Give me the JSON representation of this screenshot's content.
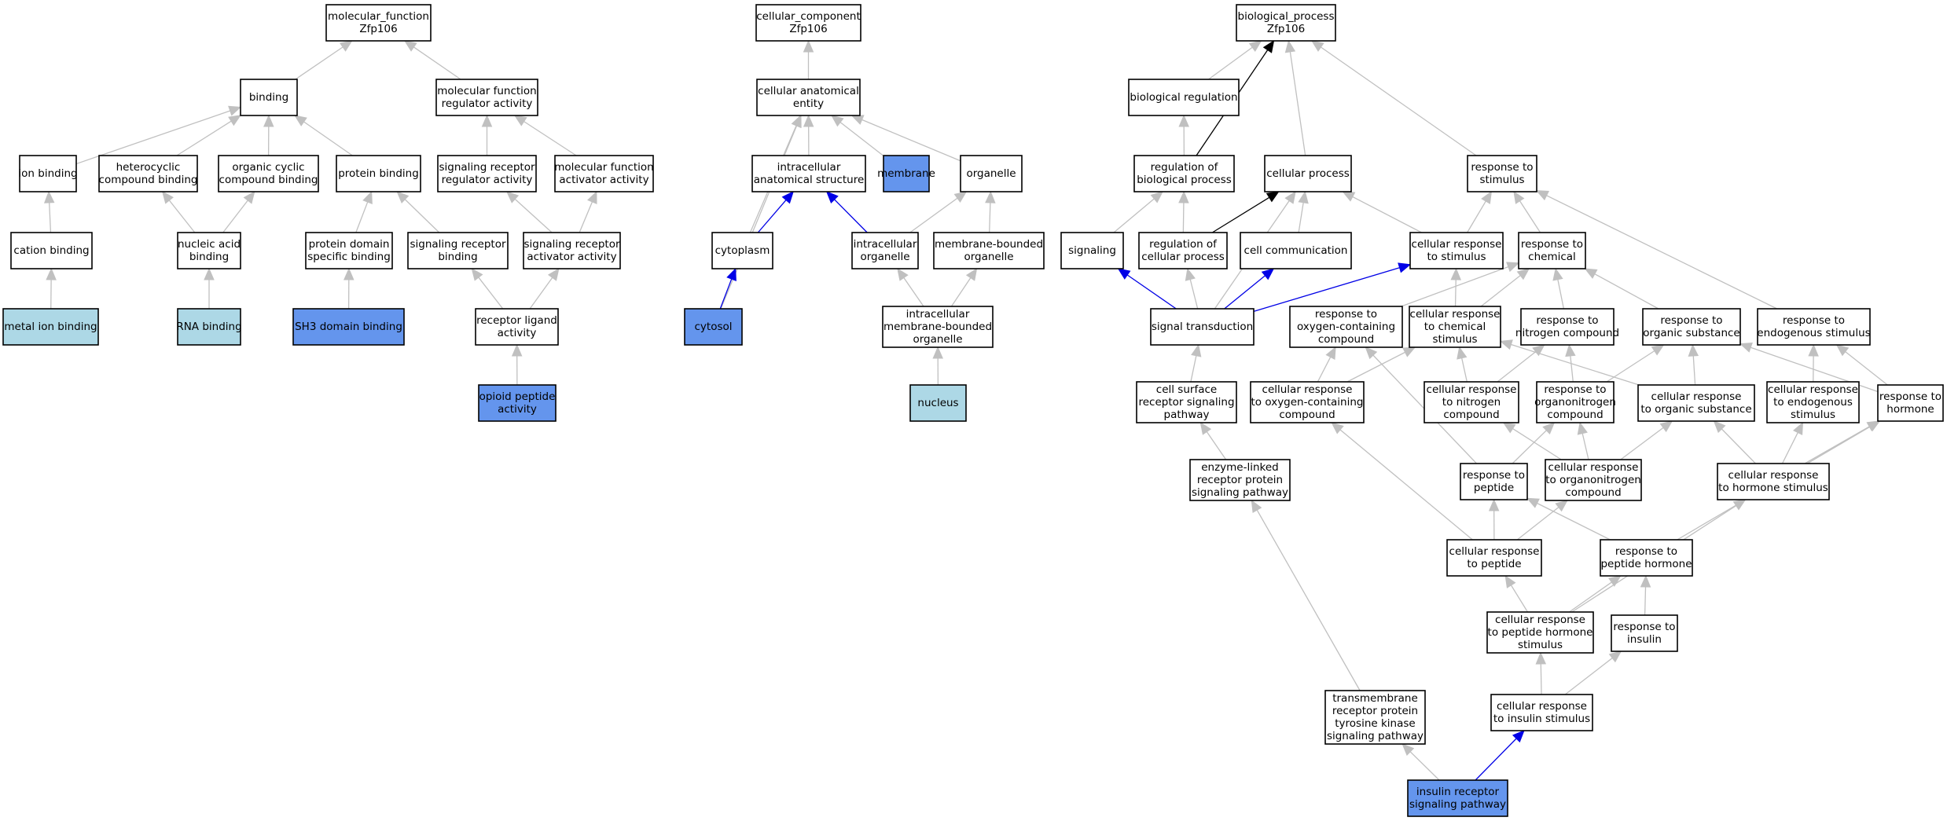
{
  "colors": {
    "default_fill": "#ffffff",
    "light_fill": "#add8e6",
    "dark_fill": "#6495ed",
    "edge_default": "#c0c0c0",
    "edge_black": "#000000",
    "edge_blue": "#0000e6"
  },
  "nodes": [
    {
      "id": "mf_root",
      "lines": [
        "molecular_function",
        "Zfp106"
      ],
      "fill": "default"
    },
    {
      "id": "binding",
      "lines": [
        "binding"
      ],
      "fill": "default"
    },
    {
      "id": "mf_reg",
      "lines": [
        "molecular function",
        "regulator activity"
      ],
      "fill": "default"
    },
    {
      "id": "ion_binding",
      "lines": [
        "ion binding"
      ],
      "fill": "default"
    },
    {
      "id": "hetero",
      "lines": [
        "heterocyclic",
        "compound binding"
      ],
      "fill": "default"
    },
    {
      "id": "organic_cyclic",
      "lines": [
        "organic cyclic",
        "compound binding"
      ],
      "fill": "default"
    },
    {
      "id": "protein_binding",
      "lines": [
        "protein binding"
      ],
      "fill": "default"
    },
    {
      "id": "srra",
      "lines": [
        "signaling receptor",
        "regulator activity"
      ],
      "fill": "default"
    },
    {
      "id": "mfaa",
      "lines": [
        "molecular function",
        "activator activity"
      ],
      "fill": "default"
    },
    {
      "id": "cation",
      "lines": [
        "cation binding"
      ],
      "fill": "default"
    },
    {
      "id": "nucleic",
      "lines": [
        "nucleic acid",
        "binding"
      ],
      "fill": "default"
    },
    {
      "id": "pdsb",
      "lines": [
        "protein domain",
        "specific binding"
      ],
      "fill": "default"
    },
    {
      "id": "srb",
      "lines": [
        "signaling receptor",
        "binding"
      ],
      "fill": "default"
    },
    {
      "id": "sraa",
      "lines": [
        "signaling receptor",
        "activator activity"
      ],
      "fill": "default"
    },
    {
      "id": "metal",
      "lines": [
        "metal ion binding"
      ],
      "fill": "light"
    },
    {
      "id": "rna",
      "lines": [
        "RNA binding"
      ],
      "fill": "light"
    },
    {
      "id": "sh3",
      "lines": [
        "SH3 domain binding"
      ],
      "fill": "dark"
    },
    {
      "id": "rla",
      "lines": [
        "receptor ligand",
        "activity"
      ],
      "fill": "default"
    },
    {
      "id": "opioid",
      "lines": [
        "opioid peptide",
        "activity"
      ],
      "fill": "dark"
    },
    {
      "id": "cc_root",
      "lines": [
        "cellular_component",
        "Zfp106"
      ],
      "fill": "default"
    },
    {
      "id": "cae",
      "lines": [
        "cellular anatomical",
        "entity"
      ],
      "fill": "default"
    },
    {
      "id": "ias",
      "lines": [
        "intracellular",
        "anatomical structure"
      ],
      "fill": "default"
    },
    {
      "id": "membrane",
      "lines": [
        "membrane"
      ],
      "fill": "dark"
    },
    {
      "id": "organelle",
      "lines": [
        "organelle"
      ],
      "fill": "default"
    },
    {
      "id": "cytoplasm",
      "lines": [
        "cytoplasm"
      ],
      "fill": "default"
    },
    {
      "id": "io",
      "lines": [
        "intracellular",
        "organelle"
      ],
      "fill": "default"
    },
    {
      "id": "mbo",
      "lines": [
        "membrane-bounded",
        "organelle"
      ],
      "fill": "default"
    },
    {
      "id": "cytosol",
      "lines": [
        "cytosol"
      ],
      "fill": "dark"
    },
    {
      "id": "imbo",
      "lines": [
        "intracellular",
        "membrane-bounded",
        "organelle"
      ],
      "fill": "default"
    },
    {
      "id": "nucleus",
      "lines": [
        "nucleus"
      ],
      "fill": "light"
    },
    {
      "id": "bp_root",
      "lines": [
        "biological_process",
        "Zfp106"
      ],
      "fill": "default"
    },
    {
      "id": "bio_reg",
      "lines": [
        "biological regulation"
      ],
      "fill": "default"
    },
    {
      "id": "reg_bp",
      "lines": [
        "regulation of",
        "biological process"
      ],
      "fill": "default"
    },
    {
      "id": "cell_proc",
      "lines": [
        "cellular process"
      ],
      "fill": "default"
    },
    {
      "id": "resp_stim",
      "lines": [
        "response to",
        "stimulus"
      ],
      "fill": "default"
    },
    {
      "id": "signaling",
      "lines": [
        "signaling"
      ],
      "fill": "default"
    },
    {
      "id": "reg_cp",
      "lines": [
        "regulation of",
        "cellular process"
      ],
      "fill": "default"
    },
    {
      "id": "cell_comm",
      "lines": [
        "cell communication"
      ],
      "fill": "default"
    },
    {
      "id": "crs",
      "lines": [
        "cellular response",
        "to stimulus"
      ],
      "fill": "default"
    },
    {
      "id": "rtc",
      "lines": [
        "response to",
        "chemical"
      ],
      "fill": "default"
    },
    {
      "id": "sig_trans",
      "lines": [
        "signal transduction"
      ],
      "fill": "default"
    },
    {
      "id": "rto2",
      "lines": [
        "response to",
        "oxygen-containing",
        "compound"
      ],
      "fill": "default"
    },
    {
      "id": "crcs",
      "lines": [
        "cellular response",
        "to chemical",
        "stimulus"
      ],
      "fill": "default"
    },
    {
      "id": "rtn",
      "lines": [
        "response to",
        "nitrogen compound"
      ],
      "fill": "default"
    },
    {
      "id": "rtos",
      "lines": [
        "response to",
        "organic substance"
      ],
      "fill": "default"
    },
    {
      "id": "rtes",
      "lines": [
        "response to",
        "endogenous stimulus"
      ],
      "fill": "default"
    },
    {
      "id": "csrsp",
      "lines": [
        "cell surface",
        "receptor signaling",
        "pathway"
      ],
      "fill": "default"
    },
    {
      "id": "cro2",
      "lines": [
        "cellular response",
        "to oxygen-containing",
        "compound"
      ],
      "fill": "default"
    },
    {
      "id": "crn",
      "lines": [
        "cellular response",
        "to nitrogen",
        "compound"
      ],
      "fill": "default"
    },
    {
      "id": "rton",
      "lines": [
        "response to",
        "organonitrogen",
        "compound"
      ],
      "fill": "default"
    },
    {
      "id": "cros",
      "lines": [
        "cellular response",
        "to organic substance"
      ],
      "fill": "default"
    },
    {
      "id": "cres",
      "lines": [
        "cellular response",
        "to endogenous",
        "stimulus"
      ],
      "fill": "default"
    },
    {
      "id": "rth",
      "lines": [
        "response to",
        "hormone"
      ],
      "fill": "default"
    },
    {
      "id": "elrp",
      "lines": [
        "enzyme-linked",
        "receptor protein",
        "signaling pathway"
      ],
      "fill": "default"
    },
    {
      "id": "rtp",
      "lines": [
        "response to",
        "peptide"
      ],
      "fill": "default"
    },
    {
      "id": "cron",
      "lines": [
        "cellular response",
        "to organonitrogen",
        "compound"
      ],
      "fill": "default"
    },
    {
      "id": "crhs",
      "lines": [
        "cellular response",
        "to hormone stimulus"
      ],
      "fill": "default"
    },
    {
      "id": "crp",
      "lines": [
        "cellular response",
        "to peptide"
      ],
      "fill": "default"
    },
    {
      "id": "rtph",
      "lines": [
        "response to",
        "peptide hormone"
      ],
      "fill": "default"
    },
    {
      "id": "crphs",
      "lines": [
        "cellular response",
        "to peptide hormone",
        "stimulus"
      ],
      "fill": "default"
    },
    {
      "id": "rti",
      "lines": [
        "response to",
        "insulin"
      ],
      "fill": "default"
    },
    {
      "id": "trptk",
      "lines": [
        "transmembrane",
        "receptor protein",
        "tyrosine kinase",
        "signaling pathway"
      ],
      "fill": "default"
    },
    {
      "id": "cris",
      "lines": [
        "cellular response",
        "to insulin stimulus"
      ],
      "fill": "default"
    },
    {
      "id": "irsp",
      "lines": [
        "insulin receptor",
        "signaling pathway"
      ],
      "fill": "dark"
    }
  ],
  "edges": [
    {
      "from": "binding",
      "to": "mf_root",
      "color": "default"
    },
    {
      "from": "mf_reg",
      "to": "mf_root",
      "color": "default"
    },
    {
      "from": "ion_binding",
      "to": "binding",
      "color": "default"
    },
    {
      "from": "hetero",
      "to": "binding",
      "color": "default"
    },
    {
      "from": "organic_cyclic",
      "to": "binding",
      "color": "default"
    },
    {
      "from": "protein_binding",
      "to": "binding",
      "color": "default"
    },
    {
      "from": "srra",
      "to": "mf_reg",
      "color": "default"
    },
    {
      "from": "mfaa",
      "to": "mf_reg",
      "color": "default"
    },
    {
      "from": "cation",
      "to": "ion_binding",
      "color": "default"
    },
    {
      "from": "nucleic",
      "to": "hetero",
      "color": "default"
    },
    {
      "from": "nucleic",
      "to": "organic_cyclic",
      "color": "default"
    },
    {
      "from": "pdsb",
      "to": "protein_binding",
      "color": "default"
    },
    {
      "from": "srb",
      "to": "protein_binding",
      "color": "default"
    },
    {
      "from": "sraa",
      "to": "srra",
      "color": "default"
    },
    {
      "from": "sraa",
      "to": "mfaa",
      "color": "default"
    },
    {
      "from": "metal",
      "to": "cation",
      "color": "default"
    },
    {
      "from": "rna",
      "to": "nucleic",
      "color": "default"
    },
    {
      "from": "sh3",
      "to": "pdsb",
      "color": "default"
    },
    {
      "from": "rla",
      "to": "srb",
      "color": "default"
    },
    {
      "from": "rla",
      "to": "sraa",
      "color": "default"
    },
    {
      "from": "opioid",
      "to": "rla",
      "color": "default"
    },
    {
      "from": "cae",
      "to": "cc_root",
      "color": "default"
    },
    {
      "from": "ias",
      "to": "cae",
      "color": "default"
    },
    {
      "from": "membrane",
      "to": "cae",
      "color": "default"
    },
    {
      "from": "organelle",
      "to": "cae",
      "color": "default"
    },
    {
      "from": "cytoplasm",
      "to": "cae",
      "color": "default"
    },
    {
      "from": "cytosol",
      "to": "cae",
      "color": "default"
    },
    {
      "from": "cytoplasm",
      "to": "ias",
      "color": "blue"
    },
    {
      "from": "io",
      "to": "ias",
      "color": "blue"
    },
    {
      "from": "io",
      "to": "organelle",
      "color": "default"
    },
    {
      "from": "mbo",
      "to": "organelle",
      "color": "default"
    },
    {
      "from": "cytosol",
      "to": "cytoplasm",
      "color": "blue"
    },
    {
      "from": "imbo",
      "to": "io",
      "color": "default"
    },
    {
      "from": "imbo",
      "to": "mbo",
      "color": "default"
    },
    {
      "from": "nucleus",
      "to": "imbo",
      "color": "default"
    },
    {
      "from": "bio_reg",
      "to": "bp_root",
      "color": "default"
    },
    {
      "from": "reg_bp",
      "to": "bp_root",
      "color": "black"
    },
    {
      "from": "cell_proc",
      "to": "bp_root",
      "color": "default"
    },
    {
      "from": "resp_stim",
      "to": "bp_root",
      "color": "default"
    },
    {
      "from": "reg_bp",
      "to": "bio_reg",
      "color": "default"
    },
    {
      "from": "reg_cp",
      "to": "cell_proc",
      "color": "black"
    },
    {
      "from": "signaling",
      "to": "reg_bp",
      "color": "default"
    },
    {
      "from": "reg_cp",
      "to": "reg_bp",
      "color": "default"
    },
    {
      "from": "cell_comm",
      "to": "cell_proc",
      "color": "default"
    },
    {
      "from": "crs",
      "to": "cell_proc",
      "color": "default"
    },
    {
      "from": "crs",
      "to": "resp_stim",
      "color": "default"
    },
    {
      "from": "rtc",
      "to": "resp_stim",
      "color": "default"
    },
    {
      "from": "rtes",
      "to": "resp_stim",
      "color": "default"
    },
    {
      "from": "sig_trans",
      "to": "signaling",
      "color": "blue"
    },
    {
      "from": "sig_trans",
      "to": "reg_cp",
      "color": "default"
    },
    {
      "from": "sig_trans",
      "to": "cell_comm",
      "color": "blue"
    },
    {
      "from": "sig_trans",
      "to": "crs",
      "color": "blue"
    },
    {
      "from": "sig_trans",
      "to": "cell_proc",
      "color": "default"
    },
    {
      "from": "rto2",
      "to": "rtc",
      "color": "default"
    },
    {
      "from": "crcs",
      "to": "crs",
      "color": "default"
    },
    {
      "from": "crcs",
      "to": "rtc",
      "color": "default"
    },
    {
      "from": "rtn",
      "to": "rtc",
      "color": "default"
    },
    {
      "from": "rtos",
      "to": "rtc",
      "color": "default"
    },
    {
      "from": "csrsp",
      "to": "sig_trans",
      "color": "default"
    },
    {
      "from": "cro2",
      "to": "rto2",
      "color": "default"
    },
    {
      "from": "cro2",
      "to": "crcs",
      "color": "default"
    },
    {
      "from": "crn",
      "to": "crcs",
      "color": "default"
    },
    {
      "from": "crn",
      "to": "rtn",
      "color": "default"
    },
    {
      "from": "rton",
      "to": "rtn",
      "color": "default"
    },
    {
      "from": "rton",
      "to": "rtos",
      "color": "default"
    },
    {
      "from": "cros",
      "to": "crcs",
      "color": "default"
    },
    {
      "from": "cros",
      "to": "rtos",
      "color": "default"
    },
    {
      "from": "cres",
      "to": "rtes",
      "color": "default"
    },
    {
      "from": "rth",
      "to": "rtos",
      "color": "default"
    },
    {
      "from": "rth",
      "to": "rtes",
      "color": "default"
    },
    {
      "from": "elrp",
      "to": "csrsp",
      "color": "default"
    },
    {
      "from": "rtp",
      "to": "rto2",
      "color": "default"
    },
    {
      "from": "rtp",
      "to": "rton",
      "color": "default"
    },
    {
      "from": "cron",
      "to": "crn",
      "color": "default"
    },
    {
      "from": "cron",
      "to": "rton",
      "color": "default"
    },
    {
      "from": "cron",
      "to": "cros",
      "color": "default"
    },
    {
      "from": "crhs",
      "to": "cros",
      "color": "default"
    },
    {
      "from": "crhs",
      "to": "cres",
      "color": "default"
    },
    {
      "from": "crhs",
      "to": "rth",
      "color": "default"
    },
    {
      "from": "crp",
      "to": "cro2",
      "color": "default"
    },
    {
      "from": "crp",
      "to": "rtp",
      "color": "default"
    },
    {
      "from": "crp",
      "to": "cron",
      "color": "default"
    },
    {
      "from": "rtph",
      "to": "rtp",
      "color": "default"
    },
    {
      "from": "rtph",
      "to": "rth",
      "color": "default"
    },
    {
      "from": "crphs",
      "to": "crp",
      "color": "default"
    },
    {
      "from": "crphs",
      "to": "rtph",
      "color": "default"
    },
    {
      "from": "crphs",
      "to": "crhs",
      "color": "default"
    },
    {
      "from": "rti",
      "to": "rtph",
      "color": "default"
    },
    {
      "from": "trptk",
      "to": "elrp",
      "color": "default"
    },
    {
      "from": "cris",
      "to": "crphs",
      "color": "default"
    },
    {
      "from": "cris",
      "to": "rti",
      "color": "default"
    },
    {
      "from": "irsp",
      "to": "trptk",
      "color": "default"
    },
    {
      "from": "irsp",
      "to": "cris",
      "color": "blue"
    }
  ]
}
